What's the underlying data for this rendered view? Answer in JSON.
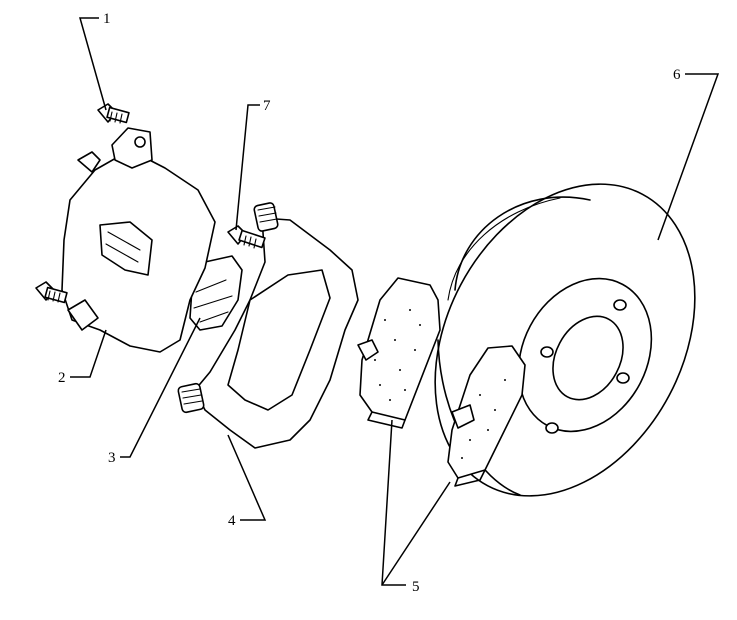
{
  "callouts": {
    "c1": "1",
    "c2": "2",
    "c3": "3",
    "c4": "4",
    "c5": "5",
    "c6": "6",
    "c7": "7"
  },
  "colors": {
    "ink": "#000000",
    "paper": "#ffffff"
  },
  "parts": [
    "caliper-guide-bolt",
    "brake-caliper",
    "anti-squeal-shim",
    "caliper-carrier-bracket",
    "brake-pads",
    "brake-disc",
    "carrier-mounting-bolt"
  ]
}
